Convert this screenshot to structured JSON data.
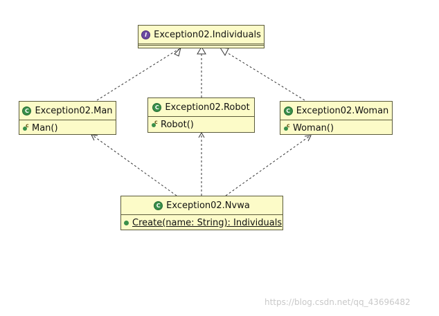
{
  "diagram": {
    "interface": {
      "name": "Exception02.Individuals",
      "icon": "interface-icon"
    },
    "classes": [
      {
        "id": "man",
        "name": "Exception02.Man",
        "members": [
          "Man()"
        ]
      },
      {
        "id": "robot",
        "name": "Exception02.Robot",
        "members": [
          "Robot()"
        ]
      },
      {
        "id": "woman",
        "name": "Exception02.Woman",
        "members": [
          "Woman()"
        ]
      }
    ],
    "factory": {
      "name": "Exception02.Nvwa",
      "method": "Create(name: String): Individuals"
    },
    "colors": {
      "box_fill": "#fcfbc8",
      "box_border": "#5a5a3a",
      "class_icon": "#3a8f4a",
      "interface_icon": "#6c4aa0"
    }
  },
  "watermark": "https://blog.csdn.net/qq_43696482"
}
